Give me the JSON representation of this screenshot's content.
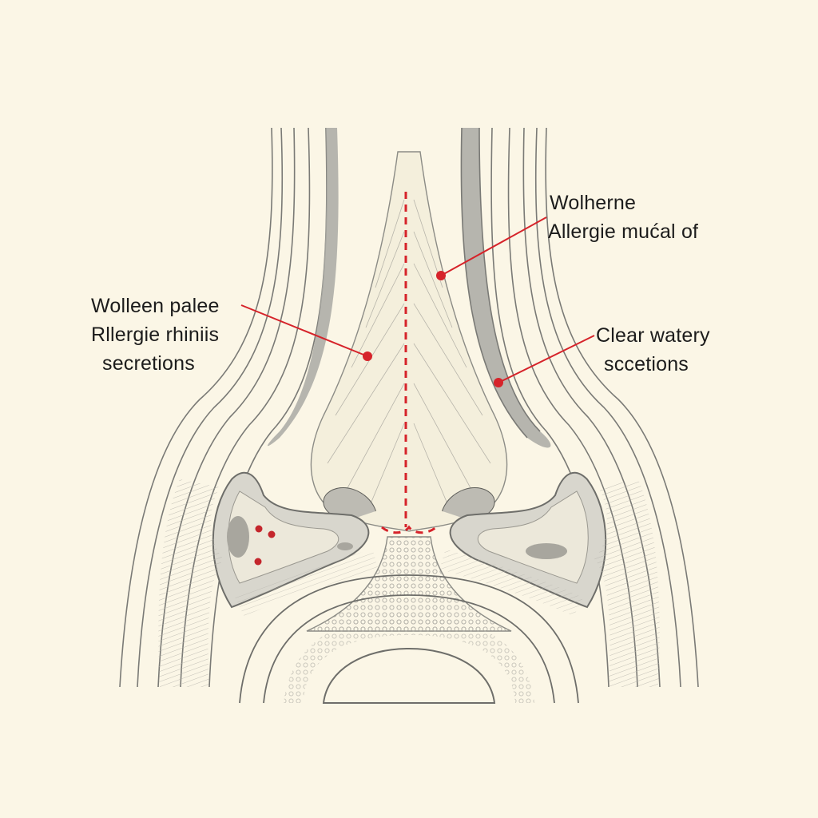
{
  "colors": {
    "background": "#fbf6e6",
    "ink": "#6e6e6e",
    "shade": "#a9a9a3",
    "accent": "#d6232a"
  },
  "labels": {
    "left": {
      "lines": [
        "Wolleen palee",
        "Rllergie rhiniis",
        "secretions"
      ]
    },
    "top": {
      "lines": [
        "Wolherne",
        "Allergie mućal of"
      ]
    },
    "right": {
      "lines": [
        "Clear watery",
        "sccetions"
      ]
    }
  }
}
